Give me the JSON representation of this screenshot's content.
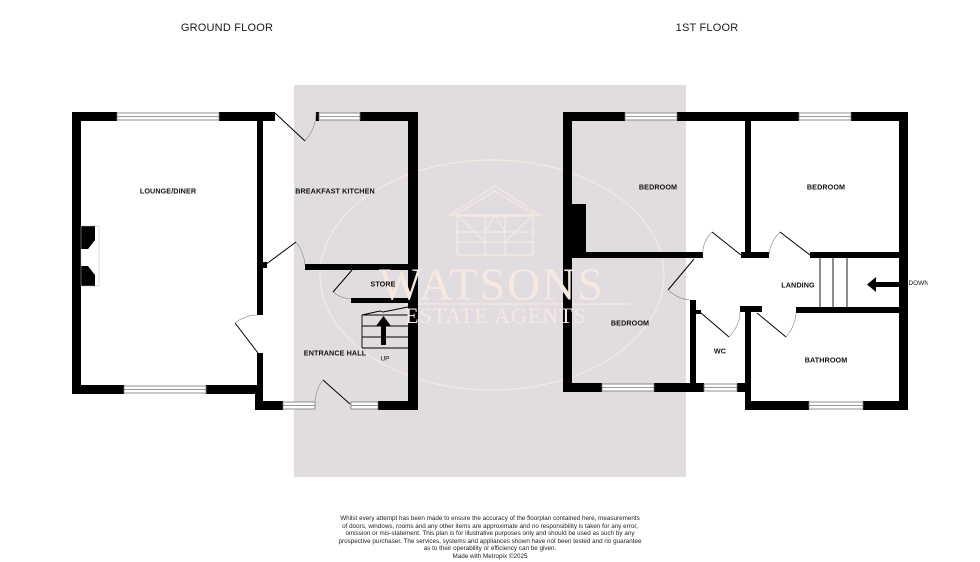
{
  "floors": [
    {
      "title": "GROUND FLOOR",
      "rooms": [
        {
          "label": "LOUNGE/DINER"
        },
        {
          "label": "BREAKFAST KITCHEN"
        },
        {
          "label": "STORE"
        },
        {
          "label": "ENTRANCE HALL"
        }
      ],
      "stair_label": "UP"
    },
    {
      "title": "1ST FLOOR",
      "rooms": [
        {
          "label": "BEDROOM"
        },
        {
          "label": "BEDROOM"
        },
        {
          "label": "BEDROOM"
        },
        {
          "label": "LANDING"
        },
        {
          "label": "WC"
        },
        {
          "label": "BATHROOM"
        }
      ],
      "stair_label": "DOWN"
    }
  ],
  "watermark": {
    "brand": "WATSONS",
    "subtitle": "ESTATE AGENTS"
  },
  "colors": {
    "wall": "#000000",
    "watermark_bg": "#e1dcdf",
    "watermark_line": "#f6e9e2"
  },
  "disclaimer": {
    "lines": [
      "Whilst every attempt has been made to ensure the accuracy of the floorplan contained here, measurements",
      "of doors, windows, rooms and any other items are approximate and no responsibility is taken for any error,",
      "omission or mis-statement. This plan is for illustrative purposes only and should be used as such by any",
      "prospective purchaser. The services, systems and appliances shown have not been tested and no guarantee",
      "as to their operability or efficiency can be given.",
      "Made with Metropix ©2025"
    ]
  }
}
